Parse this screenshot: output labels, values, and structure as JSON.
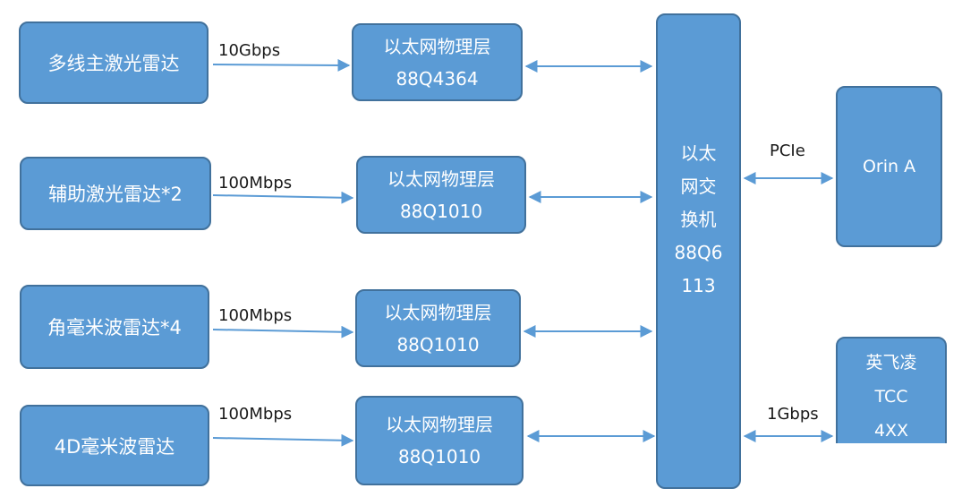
{
  "sources": [
    {
      "label": "多线主激光雷达",
      "speed": "10Gbps"
    },
    {
      "label": "辅助激光雷达*2",
      "speed": "100Mbps"
    },
    {
      "label": "角毫米波雷达*4",
      "speed": "100Mbps"
    },
    {
      "label": "4D毫米波雷达",
      "speed": "100Mbps"
    }
  ],
  "phys": [
    {
      "title": "以太网物理层",
      "model": "88Q4364"
    },
    {
      "title": "以太网物理层",
      "model": "88Q1010"
    },
    {
      "title": "以太网物理层",
      "model": "88Q1010"
    },
    {
      "title": "以太网物理层",
      "model": "88Q1010"
    }
  ],
  "switch": {
    "lines": [
      "以太",
      "网交",
      "换机",
      "88Q6",
      "113"
    ]
  },
  "orin": {
    "label": "Orin A",
    "link": "PCIe"
  },
  "tcc": {
    "lines": [
      "英飞凌",
      "TCC",
      "4XX"
    ],
    "link": "1Gbps"
  },
  "colors": {
    "box_fill": "#5b9bd5",
    "box_border": "#41719c",
    "arrow": "#5b9bd5"
  }
}
